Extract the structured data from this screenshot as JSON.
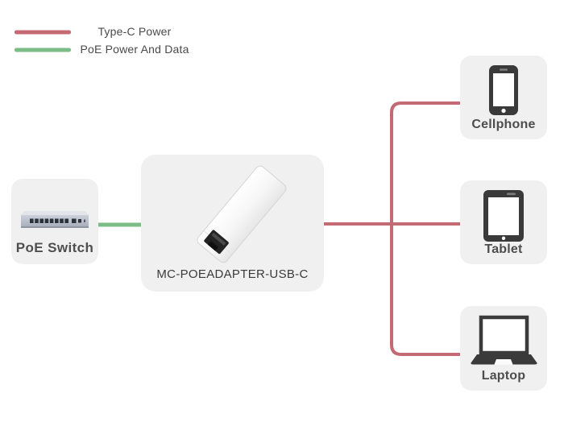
{
  "colors": {
    "type_c_power": "#c46a75",
    "poe_power": "#7cbc86",
    "node_bg": "#f0f0f0",
    "legend_text": "#4a4a4a",
    "label_text": "#4d4d4d",
    "icon_dark": "#3a3a3a"
  },
  "legend": {
    "type_c": {
      "label": "Type-C Power"
    },
    "poe": {
      "label": "PoE Power And Data"
    }
  },
  "nodes": {
    "poe_switch": {
      "label": "PoE Switch"
    },
    "adapter": {
      "label": "MC-POEADAPTER-USB-C"
    },
    "cellphone": {
      "label": "Cellphone"
    },
    "tablet": {
      "label": "Tablet"
    },
    "laptop": {
      "label": "Laptop"
    }
  },
  "connections": [
    {
      "from": "poe_switch",
      "to": "adapter",
      "type": "PoE Power And Data"
    },
    {
      "from": "adapter",
      "to": "cellphone",
      "type": "Type-C Power"
    },
    {
      "from": "adapter",
      "to": "tablet",
      "type": "Type-C Power"
    },
    {
      "from": "adapter",
      "to": "laptop",
      "type": "Type-C Power"
    }
  ]
}
